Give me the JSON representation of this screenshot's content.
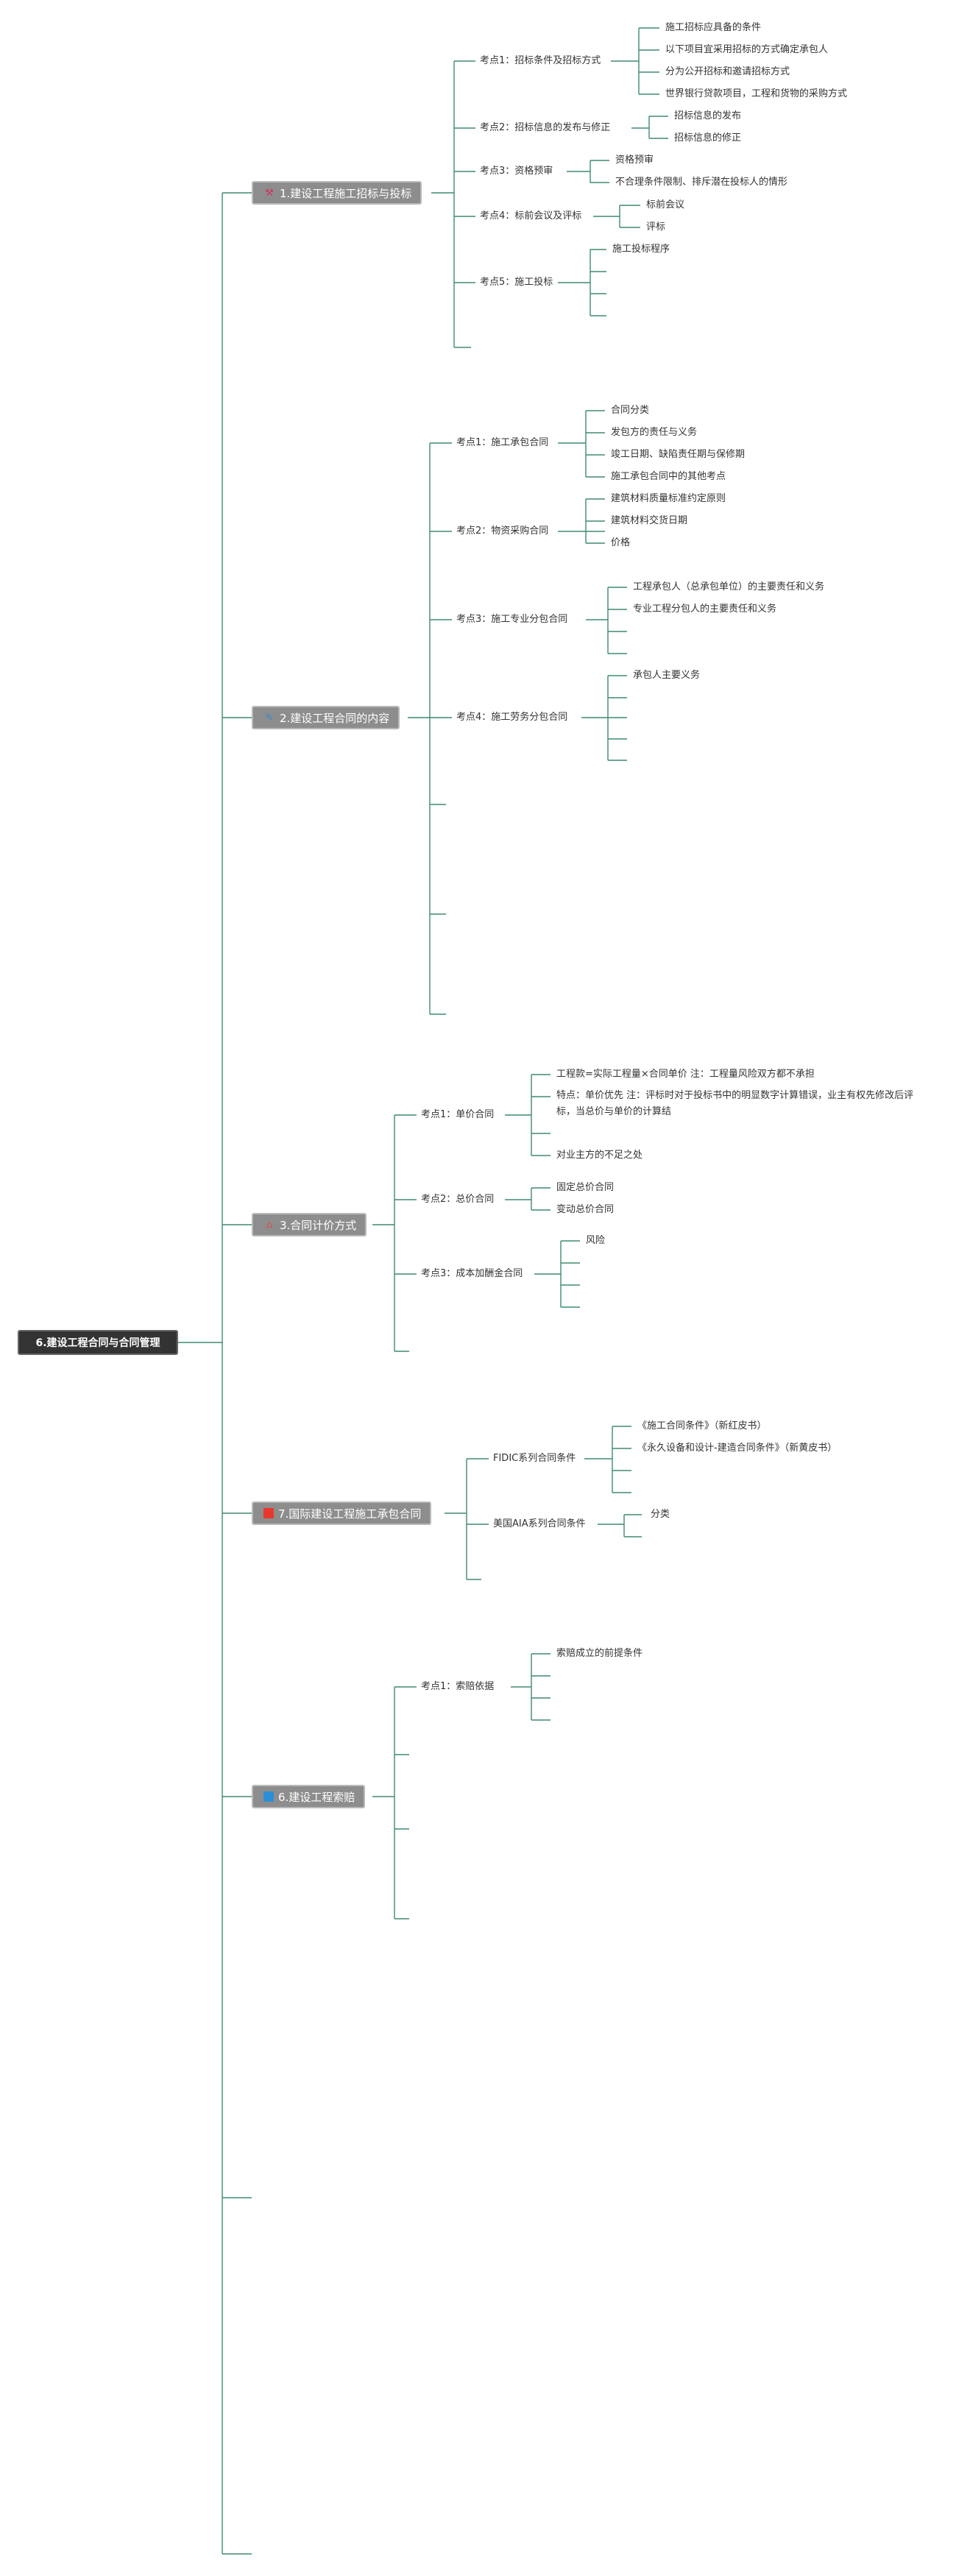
{
  "root": {
    "label": "6.建设工程合同与合同管理"
  },
  "colors": {
    "line": "#3e8c6b",
    "topic_bg": "#8d8d8d",
    "root_bg": "#333333"
  },
  "topics": [
    {
      "label": "1.建设工程施工招标与投标",
      "icon": "tools-icon",
      "points": [
        {
          "label": "考点1：招标条件及招标方式",
          "items": [
            "施工招标应具备的条件",
            "以下项目宜采用招标的方式确定承包人",
            "分为公开招标和邀请招标方式",
            "世界银行贷款项目，工程和货物的采购方式"
          ]
        },
        {
          "label": "考点2：招标信息的发布与修正",
          "items": [
            "招标信息的发布",
            "招标信息的修正"
          ]
        },
        {
          "label": "考点3：资格预审",
          "items": [
            "资格预审",
            "不合理条件限制、排斥潜在投标人的情形"
          ]
        },
        {
          "label": "考点4：标前会议及评标",
          "items": [
            "标前会议",
            "评标"
          ]
        },
        {
          "label": "考点5：施工投标",
          "items": [
            "施工投标程序"
          ]
        }
      ]
    },
    {
      "label": "2.建设工程合同的内容",
      "icon": "pen-icon",
      "points": [
        {
          "label": "考点1：施工承包合同",
          "items": [
            "合同分类",
            "发包方的责任与义务",
            "竣工日期、缺陷责任期与保修期",
            "施工承包合同中的其他考点"
          ]
        },
        {
          "label": "考点2：物资采购合同",
          "items": [
            "建筑材料质量标准约定原则",
            "建筑材料交货日期",
            "价格"
          ]
        },
        {
          "label": "考点3：施工专业分包合同",
          "items": [
            "工程承包人（总承包单位）的主要责任和义务",
            "专业工程分包人的主要责任和义务"
          ]
        },
        {
          "label": "考点4：施工劳务分包合同",
          "items": [
            "承包人主要义务"
          ]
        }
      ]
    },
    {
      "label": "3.合同计价方式",
      "icon": "home-icon",
      "points": [
        {
          "label": "考点1：单价合同",
          "items": [
            "工程款=实际工程量×合同单价 注：工程量风险双方都不承担",
            "特点：单价优先 注：评标时对于投标书中的明显数字计算错误，业主有权先修改后评标，当总价与单价的计算结",
            "对业主方的不足之处"
          ]
        },
        {
          "label": "考点2：总价合同",
          "items": [
            "固定总价合同",
            "变动总价合同"
          ]
        },
        {
          "label": "考点3：成本加酬金合同",
          "items": [
            "风险"
          ]
        }
      ]
    },
    {
      "label": "7.国际建设工程施工承包合同",
      "icon": "red-square-icon",
      "points": [
        {
          "label": "FIDIC系列合同条件",
          "items": [
            "《施工合同条件》（新红皮书）",
            "《永久设备和设计-建造合同条件》（新黄皮书）"
          ]
        },
        {
          "label": "美国AIA系列合同条件",
          "items": [
            "分类"
          ]
        }
      ]
    },
    {
      "label": "6.建设工程索赔",
      "icon": "blue-square-icon",
      "points": [
        {
          "label": "考点1：索赔依据",
          "items": [
            "索赔成立的前提条件"
          ]
        }
      ]
    }
  ]
}
